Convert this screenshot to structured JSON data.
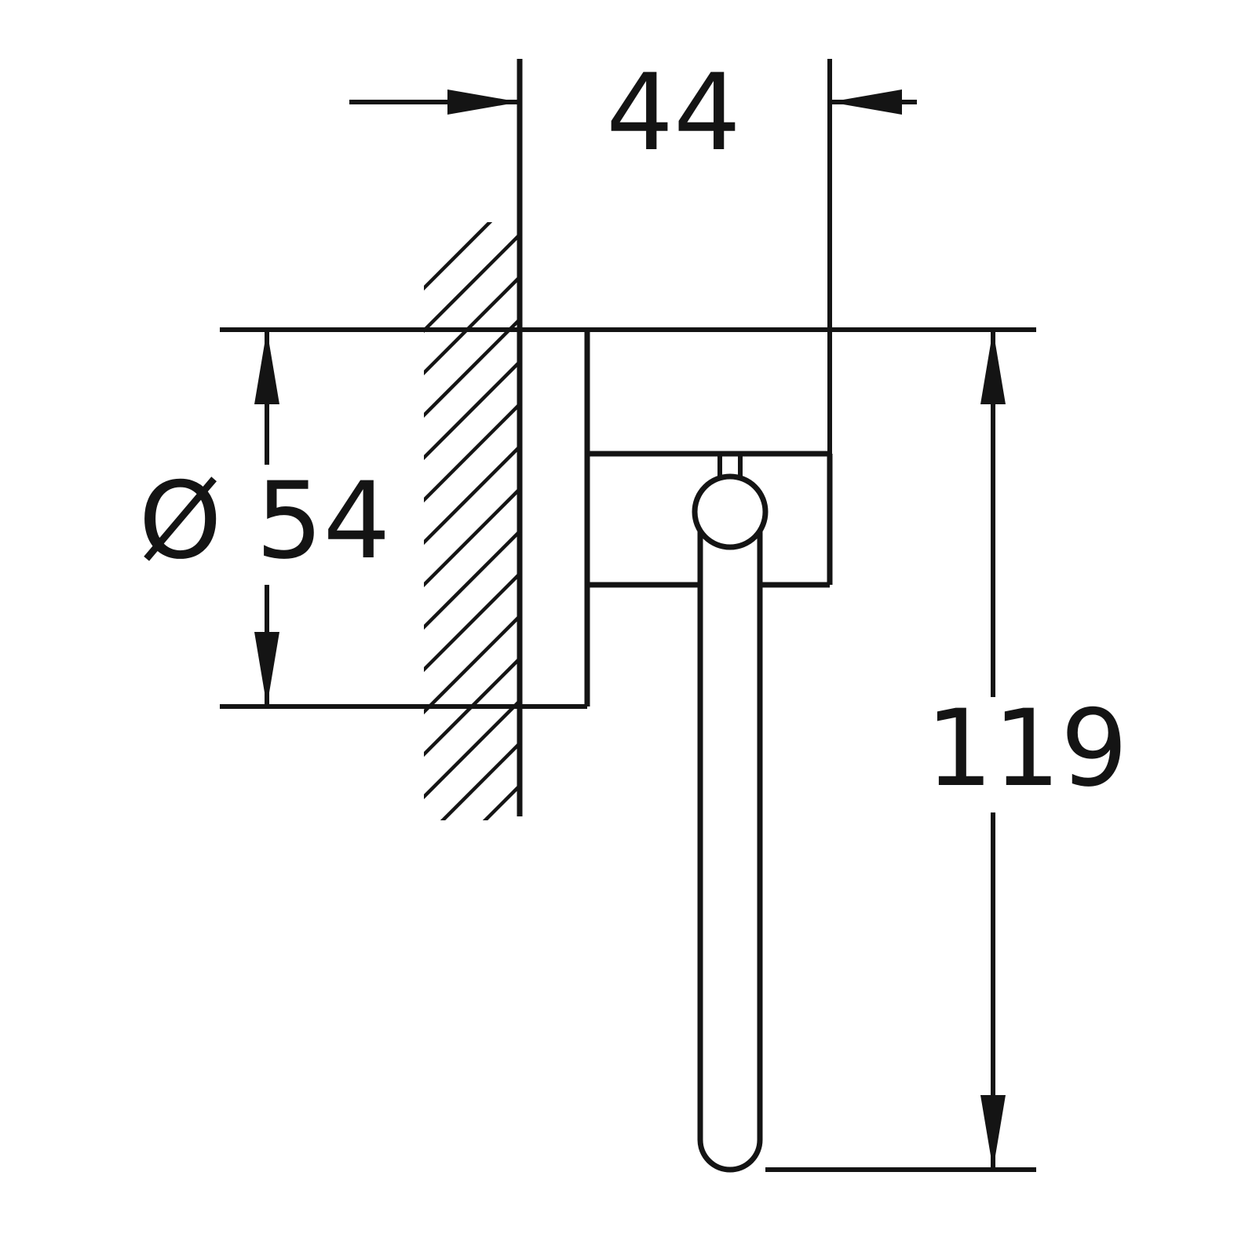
{
  "drawing": {
    "background": "#ffffff",
    "line_color": "#141414",
    "labels": {
      "width": "44",
      "diameter": "Ø 54",
      "height": "119"
    }
  }
}
